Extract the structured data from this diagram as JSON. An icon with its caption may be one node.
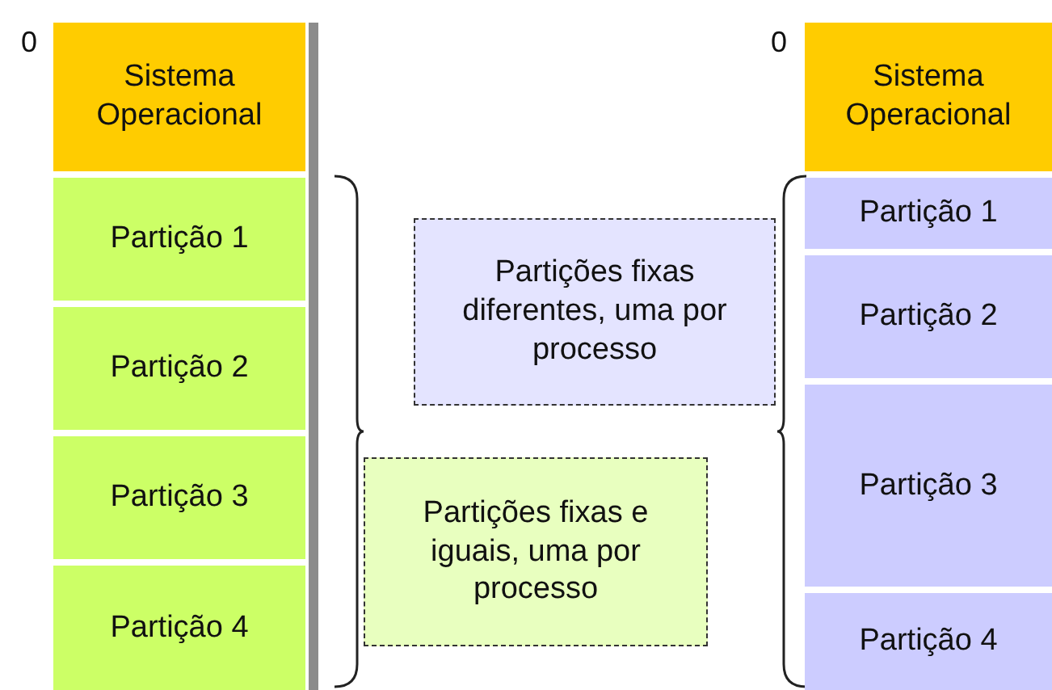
{
  "diagram": {
    "nodes": [
      {
        "text": [
          "Sistema Operacional"
        ]
      },
      {
        "text": [
          "Partição 1"
        ]
      },
      {
        "text": [
          "Partição 2"
        ]
      },
      {
        "text": [
          "Partição 3"
        ]
      },
      {
        "text": [
          "Partição 4"
        ]
      },
      {
        "text": [
          "Sistema Operacional"
        ]
      },
      {
        "text": [
          "Partição 1"
        ]
      },
      {
        "text": [
          "Partição 2"
        ]
      },
      {
        "text": [
          "Partição 3"
        ]
      },
      {
        "text": [
          "Partição 4"
        ]
      },
      {
        "text": [
          "Partições fixas diferentes, uma por processo"
        ]
      },
      {
        "text": [
          "Partições fixas e iguais, uma por processo"
        ]
      }
    ],
    "labels": [
      "0",
      "0"
    ]
  }
}
